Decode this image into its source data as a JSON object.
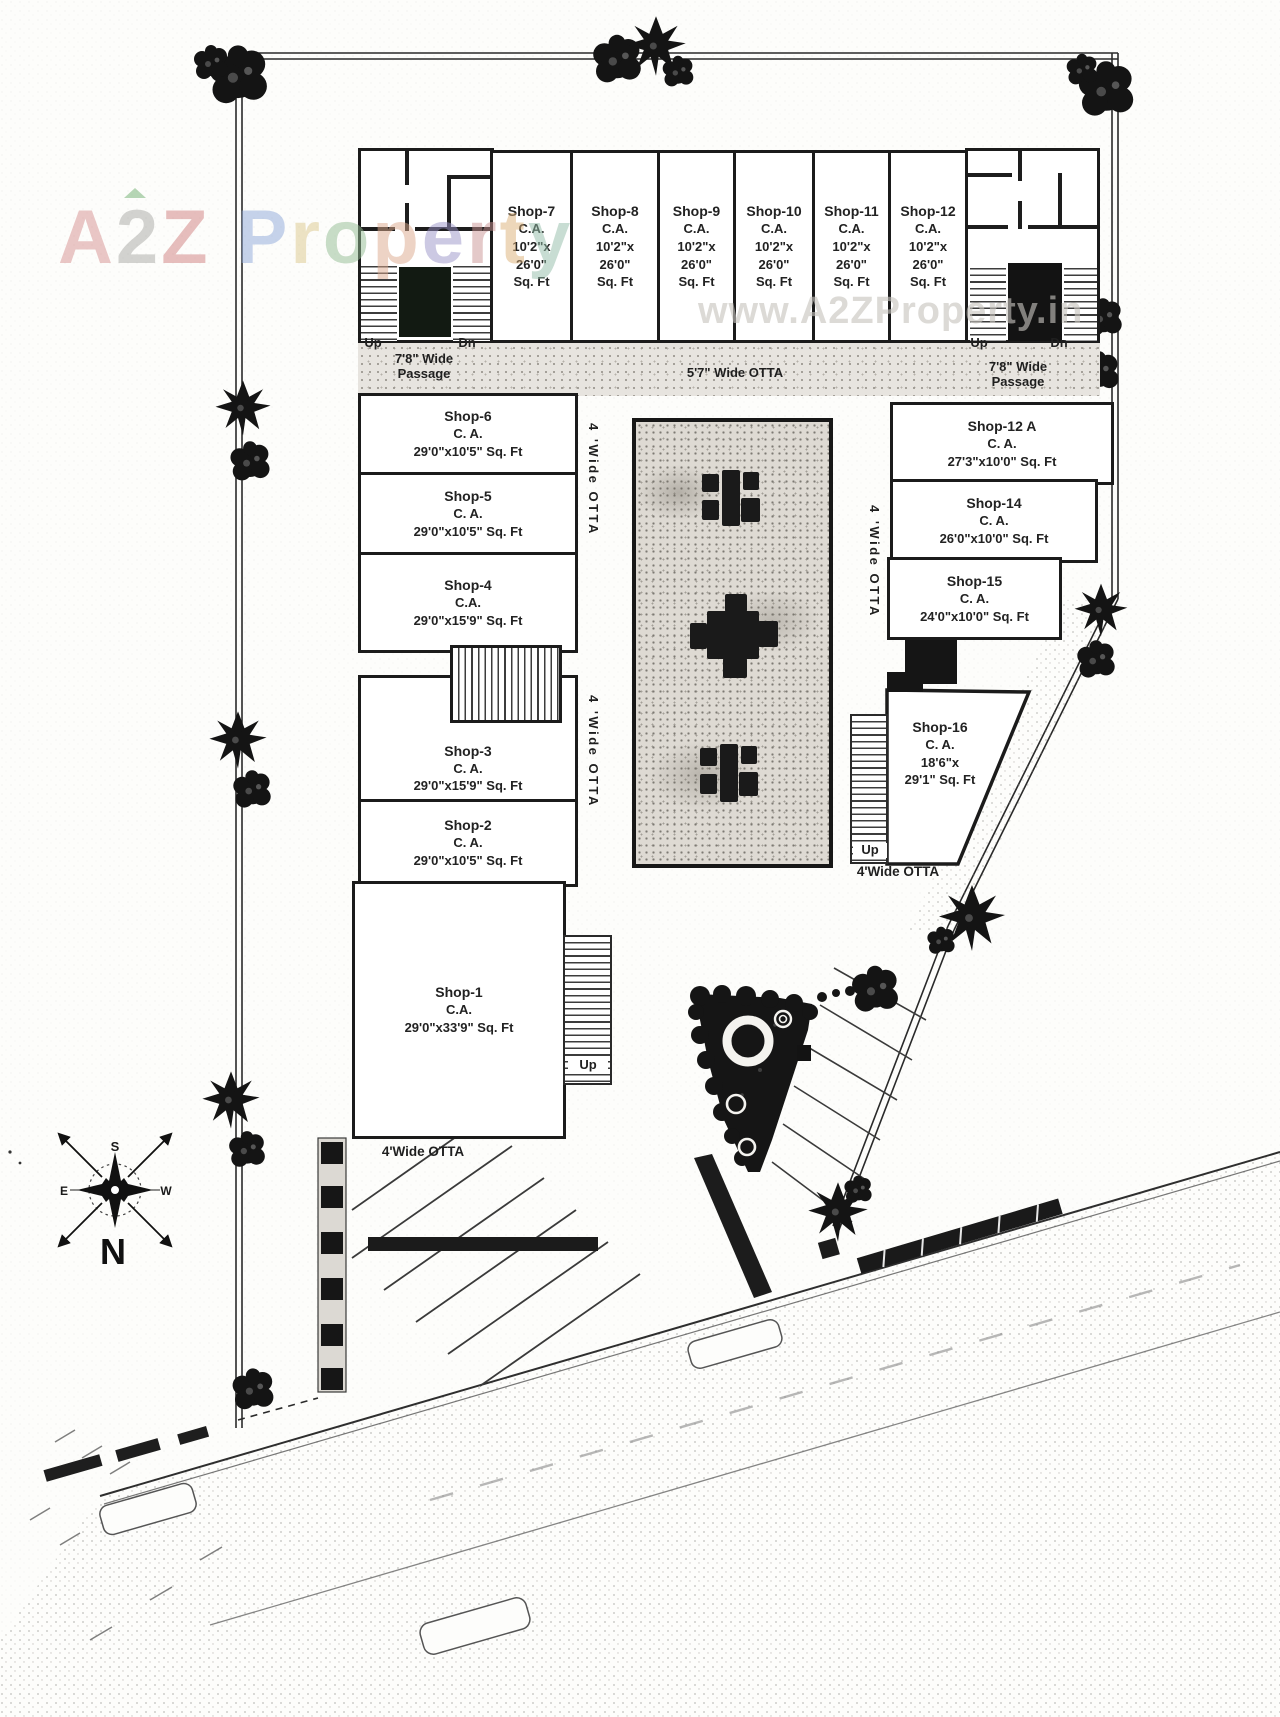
{
  "watermarks": {
    "brand": {
      "a2z": [
        {
          "ch": "A",
          "style": "color:#d79090"
        },
        {
          "ch": "2",
          "style": "color:#a8a8a4"
        },
        {
          "ch": "Z",
          "style": "color:#d07f7f"
        }
      ],
      "property": [
        {
          "ch": "P",
          "style": "color:#8fa9da"
        },
        {
          "ch": "r",
          "style": "color:#dcc98c"
        },
        {
          "ch": "o",
          "style": "color:#93bd93"
        },
        {
          "ch": "p",
          "style": "color:#dca98c"
        },
        {
          "ch": "e",
          "style": "color:#9b94c9"
        },
        {
          "ch": "r",
          "style": "color:#cb9494"
        },
        {
          "ch": "t",
          "style": "color:#dcb078"
        },
        {
          "ch": "y",
          "style": "color:#93bda8"
        }
      ]
    },
    "url": "www.A2ZProperty.in"
  },
  "compass": {
    "n": "N",
    "s": "S",
    "e": "E",
    "w": "W"
  },
  "labels": {
    "passage_left_line1": "7'8\" Wide",
    "passage_left_line2": "Passage",
    "otta_top": "5'7\" Wide OTTA",
    "passage_right_line1": "7'8\" Wide",
    "passage_right_line2": "Passage",
    "otta_left_upper": "4 'Wide OTTA",
    "otta_left_lower": "4 'Wide OTTA",
    "otta_right": "4 'Wide OTTA",
    "otta_bottom_left": "4'Wide OTTA",
    "otta_bottom_right": "4'Wide OTTA",
    "up": "Up",
    "dn": "Dn"
  },
  "shops": {
    "top_row": [
      {
        "name": "Shop-7",
        "ca": "C.A.",
        "w": "10'2\"x",
        "h": "26'0\"",
        "unit": "Sq. Ft"
      },
      {
        "name": "Shop-8",
        "ca": "C.A.",
        "w": "10'2\"x",
        "h": "26'0\"",
        "unit": "Sq. Ft"
      },
      {
        "name": "Shop-9",
        "ca": "C.A.",
        "w": "10'2\"x",
        "h": "26'0\"",
        "unit": "Sq. Ft"
      },
      {
        "name": "Shop-10",
        "ca": "C.A.",
        "w": "10'2\"x",
        "h": "26'0\"",
        "unit": "Sq. Ft"
      },
      {
        "name": "Shop-11",
        "ca": "C.A.",
        "w": "10'2\"x",
        "h": "26'0\"",
        "unit": "Sq. Ft"
      },
      {
        "name": "Shop-12",
        "ca": "C.A.",
        "w": "10'2\"x",
        "h": "26'0\"",
        "unit": "Sq. Ft"
      }
    ],
    "left_column": [
      {
        "name": "Shop-6",
        "ca": "C. A.",
        "dims": "29'0\"x10'5\" Sq. Ft"
      },
      {
        "name": "Shop-5",
        "ca": "C. A.",
        "dims": "29'0\"x10'5\" Sq. Ft"
      },
      {
        "name": "Shop-4",
        "ca": "C.A.",
        "dims": "29'0\"x15'9\" Sq. Ft"
      },
      {
        "name": "Shop-3",
        "ca": "C. A.",
        "dims": "29'0\"x15'9\" Sq. Ft"
      },
      {
        "name": "Shop-2",
        "ca": "C. A.",
        "dims": "29'0\"x10'5\" Sq. Ft"
      },
      {
        "name": "Shop-1",
        "ca": "C.A.",
        "dims": "29'0\"x33'9\" Sq. Ft"
      }
    ],
    "right_column": [
      {
        "name": "Shop-12 A",
        "ca": "C. A.",
        "dims": "27'3\"x10'0\" Sq. Ft"
      },
      {
        "name": "Shop-14",
        "ca": "C. A.",
        "dims": "26'0\"x10'0\" Sq. Ft"
      },
      {
        "name": "Shop-15",
        "ca": "C. A.",
        "dims": "24'0\"x10'0\" Sq. Ft"
      },
      {
        "name": "Shop-16",
        "ca": "C. A.",
        "w": "18'6\"x",
        "h": "29'1\" Sq. Ft"
      }
    ]
  }
}
